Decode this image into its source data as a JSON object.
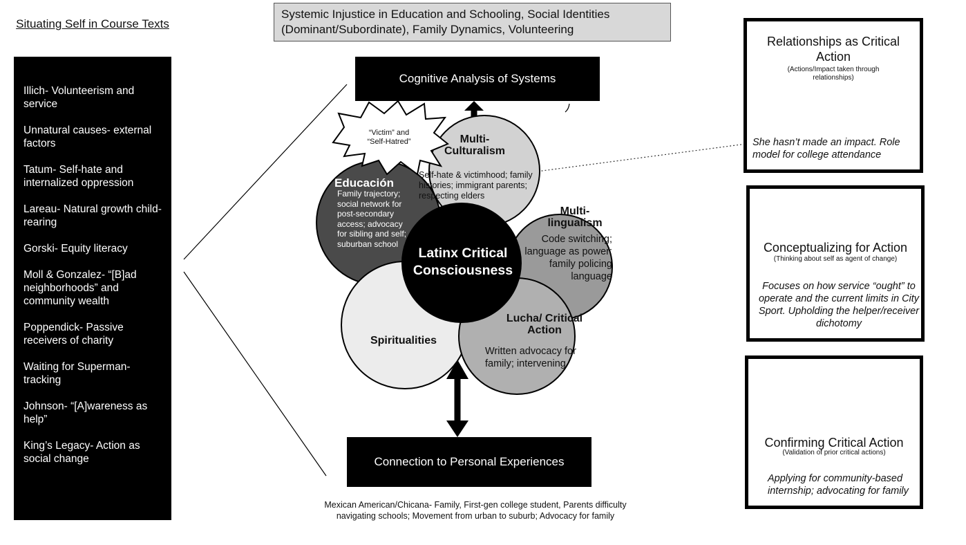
{
  "left": {
    "title": "Situating Self in Course Texts",
    "items": [
      "Illich- Volunteerism and service",
      "Unnatural causes- external factors",
      "Tatum- Self-hate and internalized oppression",
      "Lareau- Natural growth child-rearing",
      "Gorski- Equity literacy",
      "Moll & Gonzalez- “[B]ad neighborhoods” and community wealth",
      "Poppendick- Passive receivers of charity",
      "Waiting for Superman- tracking",
      "Johnson- “[A]wareness as help”",
      "King’s Legacy- Action as social change"
    ]
  },
  "top_box": "Systemic Injustice in Education and Schooling, Social Identities (Dominant/Subordinate), Family Dynamics, Volunteering",
  "cognitive": "Cognitive Analysis of Systems",
  "connection": "Connection to Personal Experiences",
  "bottom_caption": "Mexican American/Chicana- Family, First-gen college student, Parents difficulty navigating schools;  Movement from urban to suburb; Advocacy for family",
  "starburst": "“Victim” and “Self-Hatred”",
  "circles": {
    "center": "Latinx Critical Consciousness",
    "educacion": {
      "title": "Educación",
      "text": "Family trajectory; social network for post-secondary access; advocacy for sibling and self; suburban school"
    },
    "multicultural": {
      "title": "Multi-Culturalism",
      "text": "Self-hate & victimhood; family histories; immigrant parents; respecting elders"
    },
    "multilingual": {
      "title": "Multi-lingualism",
      "text": "Code switching; language as power; family policing language"
    },
    "lucha": {
      "title": "Lucha/ Critical Action",
      "text": "Written advocacy for family; intervening"
    },
    "spiritual": {
      "title": "Spiritualities"
    }
  },
  "panels": {
    "relationships": {
      "title": "Relationships as Critical Action",
      "subtitle": "(Actions/Impact taken through relationships)",
      "note": "She hasn’t made an impact. Role model for college attendance"
    },
    "conceptualizing": {
      "title": "Conceptualizing for Action",
      "subtitle": "(Thinking about self as agent of change)",
      "note": "Focuses on how service “ought” to operate and the current limits in City Sport. Upholding the helper/receiver dichotomy"
    },
    "confirming": {
      "title": "Confirming Critical Action",
      "subtitle": "(Validation of prior critical actions)",
      "note": "Applying for community-based internship; advocating for family"
    }
  },
  "colors": {
    "dark_circle": "#4a4a4a",
    "mid_circle": "#9a9a9a",
    "light_circle": "#d2d2d2",
    "pale_circle": "#ececec",
    "topic_fill": "#d8d8d8"
  },
  "icons": [
    "handshake-icon",
    "protest-crowd-icon",
    "raised-fists-icon"
  ]
}
